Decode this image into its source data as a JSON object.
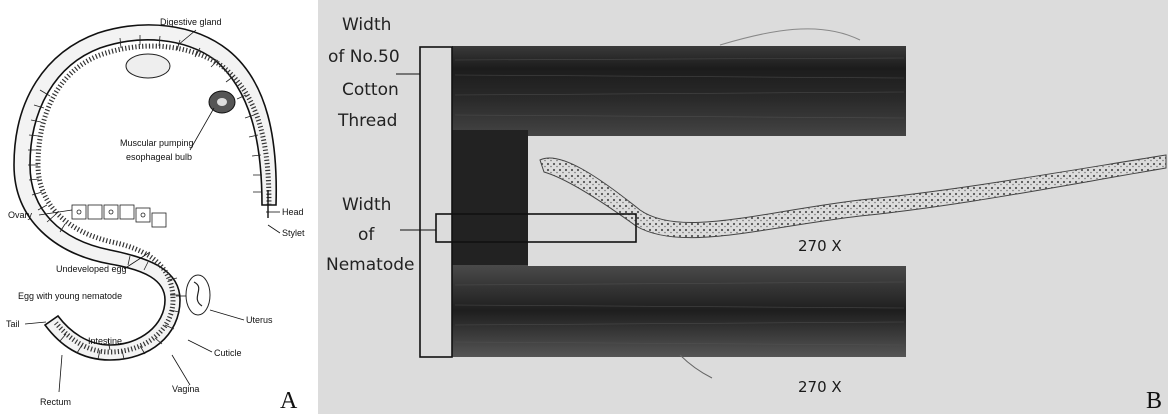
{
  "panel_a": {
    "labels": {
      "digestive_gland": "Digestive gland",
      "muscular_pumping": "Muscular pumping",
      "esophageal_bulb": "esophageal bulb",
      "ovary": "Ovary",
      "head": "Head",
      "stylet": "Stylet",
      "undeveloped_egg": "Undeveloped egg",
      "egg_with_young": "Egg with young nematode",
      "uterus": "Uterus",
      "tail": "Tail",
      "intestine": "Intestine",
      "cuticle": "Cuticle",
      "rectum": "Rectum",
      "vagina": "Vagina"
    },
    "letter": "A"
  },
  "panel_b": {
    "thread_label": [
      "Width",
      "of No.50",
      "Cotton",
      "Thread"
    ],
    "nematode_label": [
      "Width",
      "of",
      "Nematode"
    ],
    "mag_upper": "270 X",
    "mag_lower": "270 X",
    "letter": "B"
  }
}
